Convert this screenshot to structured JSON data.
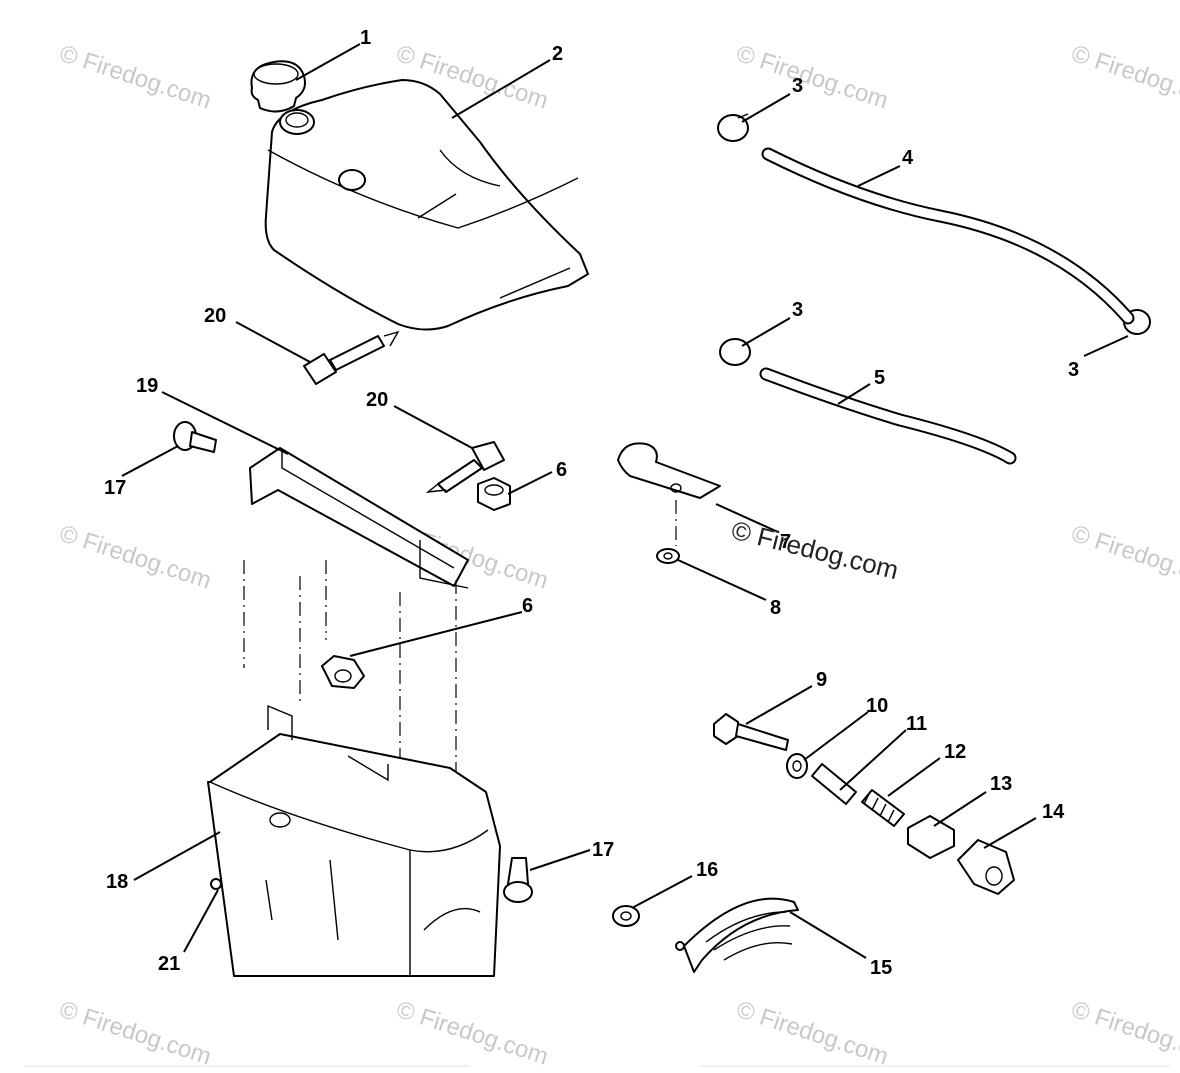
{
  "watermark": {
    "text": "© Firedog.com",
    "center_text": "© Firedog.com"
  },
  "callouts": [
    {
      "id": "c1",
      "label": "1"
    },
    {
      "id": "c2",
      "label": "2"
    },
    {
      "id": "c3a",
      "label": "3"
    },
    {
      "id": "c4",
      "label": "4"
    },
    {
      "id": "c3b",
      "label": "3"
    },
    {
      "id": "c5",
      "label": "5"
    },
    {
      "id": "c3c",
      "label": "3"
    },
    {
      "id": "c20a",
      "label": "20"
    },
    {
      "id": "c19",
      "label": "19"
    },
    {
      "id": "c20b",
      "label": "20"
    },
    {
      "id": "c17a",
      "label": "17"
    },
    {
      "id": "c6a",
      "label": "6"
    },
    {
      "id": "c7",
      "label": "7"
    },
    {
      "id": "c8",
      "label": "8"
    },
    {
      "id": "c6b",
      "label": "6"
    },
    {
      "id": "c9",
      "label": "9"
    },
    {
      "id": "c10",
      "label": "10"
    },
    {
      "id": "c11",
      "label": "11"
    },
    {
      "id": "c12",
      "label": "12"
    },
    {
      "id": "c13",
      "label": "13"
    },
    {
      "id": "c14",
      "label": "14"
    },
    {
      "id": "c17b",
      "label": "17"
    },
    {
      "id": "c16",
      "label": "16"
    },
    {
      "id": "c18",
      "label": "18"
    },
    {
      "id": "c15",
      "label": "15"
    },
    {
      "id": "c21",
      "label": "21"
    }
  ]
}
